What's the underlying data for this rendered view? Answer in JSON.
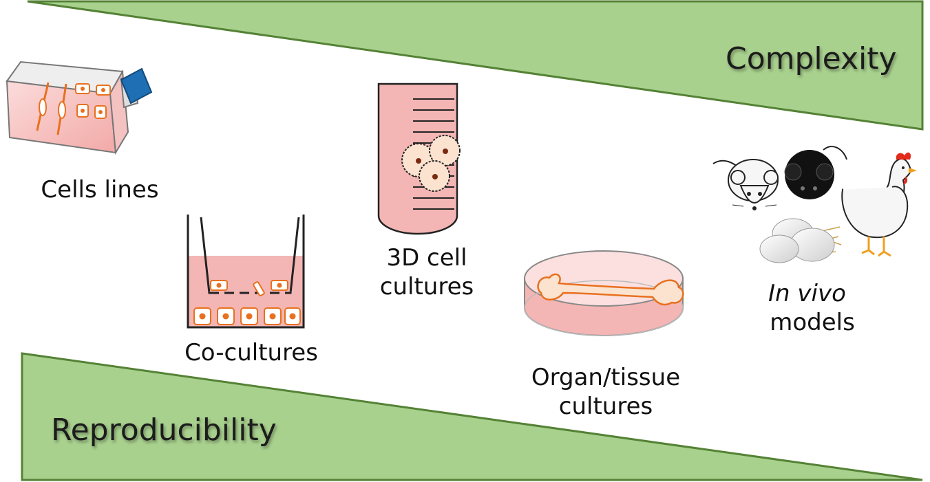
{
  "bands": {
    "top_label": "Complexity",
    "bottom_label": "Reproducibility",
    "fill_color": "#a9d18e",
    "stroke_color": "#548235"
  },
  "models": [
    {
      "id": "cell-lines",
      "label": "Cells lines",
      "icon": "culture-flask-icon"
    },
    {
      "id": "co-cultures",
      "label": "Co-cultures",
      "icon": "transwell-insert-icon"
    },
    {
      "id": "3d-cultures",
      "label_line1": "3D cell",
      "label_line2": "cultures",
      "icon": "spheroid-tube-icon"
    },
    {
      "id": "organ-cultures",
      "label_line1": "Organ/tissue",
      "label_line2": "cultures",
      "icon": "petri-dish-bone-icon"
    },
    {
      "id": "in-vivo",
      "label_italic": "In vivo",
      "label_line2": "models",
      "icon": "animals-icon"
    }
  ],
  "colors": {
    "medium_pink": "#f4b6b4",
    "cell_orange": "#e8701e",
    "cap_blue": "#1f6fb5"
  }
}
